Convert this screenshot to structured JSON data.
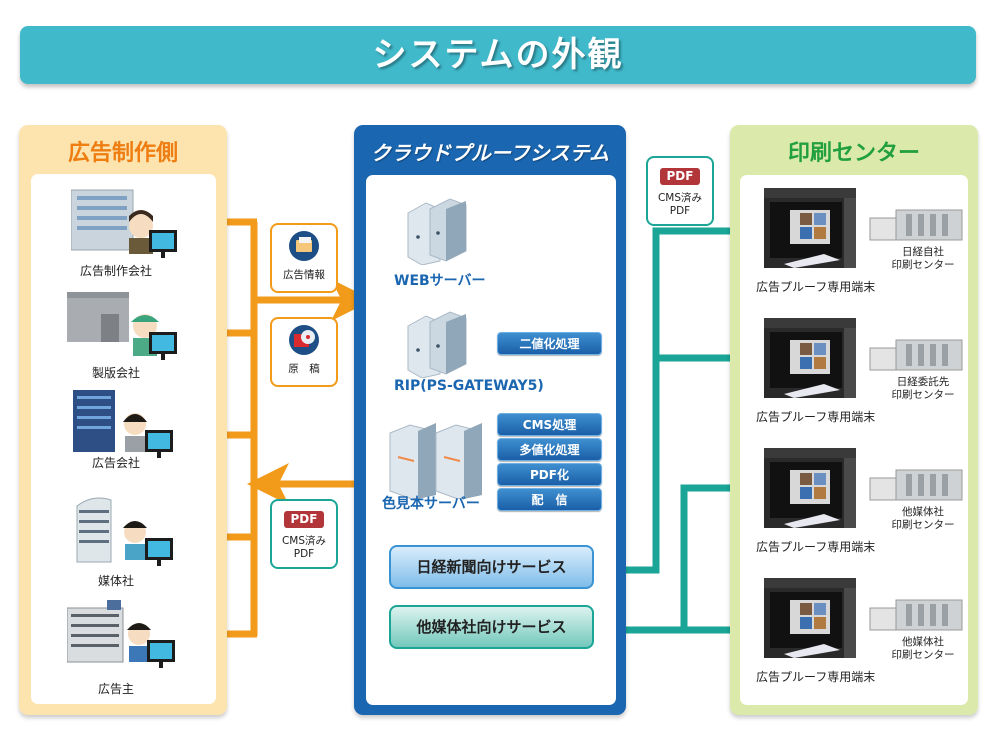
{
  "banner": {
    "title": "システムの外観"
  },
  "left_panel": {
    "title": "広告制作側",
    "entities": [
      {
        "label": "広告制作会社",
        "icon": "office-building-icon"
      },
      {
        "label": "製版会社",
        "icon": "factory-icon"
      },
      {
        "label": "広告会社",
        "icon": "office-building-icon"
      },
      {
        "label": "媒体社",
        "icon": "office-building-icon"
      },
      {
        "label": "広告主",
        "icon": "office-building-icon"
      }
    ]
  },
  "flow_badges": {
    "ad_info": {
      "label": "広告情報",
      "icon": "folder-icon"
    },
    "manuscript": {
      "label": "原　稿",
      "icon": "disc-icon"
    },
    "cms_pdf_left": {
      "chip": "PDF",
      "label_line1": "CMS済み",
      "label_line2": "PDF"
    },
    "cms_pdf_right": {
      "chip": "PDF",
      "label_line1": "CMS済み",
      "label_line2": "PDF"
    }
  },
  "mid_panel": {
    "title": "クラウドプルーフシステム",
    "servers": [
      {
        "label": "WEBサーバー",
        "processes": []
      },
      {
        "label": "RIP(PS-GATEWAY5)",
        "processes": [
          "二値化処理"
        ]
      },
      {
        "label": "色見本サーバー",
        "processes": [
          "CMS処理",
          "多値化処理",
          "PDF化",
          "配　信"
        ]
      }
    ],
    "services": [
      {
        "label": "日経新聞向けサービス"
      },
      {
        "label": "他媒体社向けサービス"
      }
    ]
  },
  "right_panel": {
    "title": "印刷センター",
    "terminals": [
      {
        "label": "広告プルーフ専用端末",
        "center_line1": "日経自社",
        "center_line2": "印刷センター"
      },
      {
        "label": "広告プルーフ専用端末",
        "center_line1": "日経委託先",
        "center_line2": "印刷センター"
      },
      {
        "label": "広告プルーフ専用端末",
        "center_line1": "他媒体社",
        "center_line2": "印刷センター"
      },
      {
        "label": "広告プルーフ専用端末",
        "center_line1": "他媒体社",
        "center_line2": "印刷センター"
      }
    ]
  },
  "colors": {
    "banner": "#40b9cb",
    "left_panel": "#fde3ad",
    "left_title": "#ee7d12",
    "mid_panel": "#1a66b0",
    "right_panel": "#dbe9aa",
    "right_title": "#22a040",
    "orange_arrow": "#f29a1a",
    "teal_arrow": "#1aa596",
    "pdf_chip": "#b2353a"
  }
}
